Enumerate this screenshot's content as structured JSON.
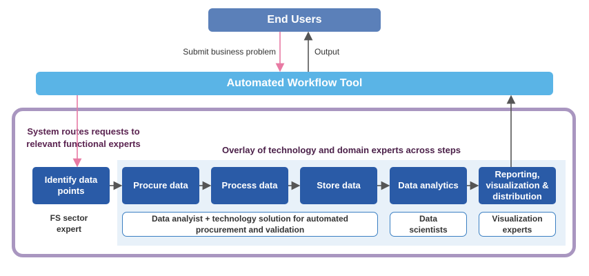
{
  "top": {
    "end_users": "End Users",
    "submit_label": "Submit business problem",
    "output_label": "Output",
    "tool": "Automated Workflow Tool"
  },
  "routing": {
    "label_line1": "System routes requests to",
    "label_line2": "relevant functional experts"
  },
  "overlay": {
    "title": "Overlay of technology and domain experts across steps"
  },
  "steps": {
    "identify_l1": "Identify data",
    "identify_l2": "points",
    "procure": "Procure data",
    "process": "Process data",
    "store": "Store data",
    "analytics": "Data analytics",
    "reporting_l1": "Reporting,",
    "reporting_l2": "visualization &",
    "reporting_l3": "distribution"
  },
  "teams": {
    "fs_l1": "FS sector",
    "fs_l2": "expert",
    "analyst_l1": "Data analyist + technology solution for automated",
    "analyst_l2": "procurement and validation",
    "scientists_l1": "Data",
    "scientists_l2": "scientists",
    "viz_l1": "Visualization",
    "viz_l2": "experts"
  },
  "colors": {
    "pink_arrow": "#e87aa3",
    "gray_arrow": "#555555",
    "step_blue": "#2a5ba7",
    "frame_purple": "#a996c0"
  }
}
